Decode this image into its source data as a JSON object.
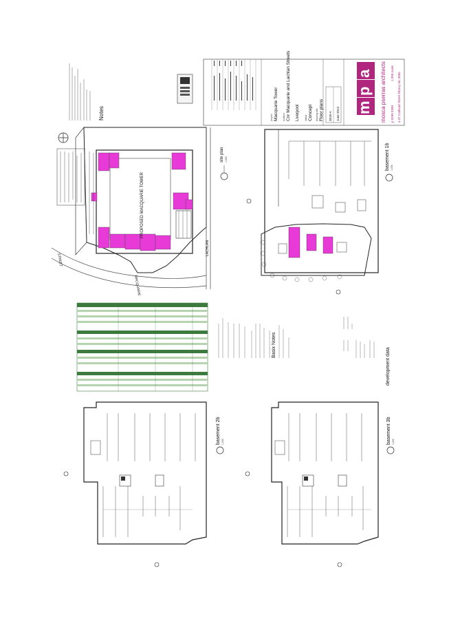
{
  "title_block": {
    "firm_name": "mosca pserras architects",
    "brand_letters": [
      "m",
      "p",
      "a"
    ],
    "project_label": "project",
    "project_name": "Macquarie Tower",
    "location_label": "location",
    "location": "Cnr Macquarie and Lachlan Streets",
    "city": "Liverpool",
    "status_label": "status",
    "status": "Concept",
    "drawing_label": "drawing title",
    "drawing_title": "Floor plans",
    "job_no": "3018-A",
    "date": "June 2013",
    "phone": "p 9290 3300",
    "scale": "1:200 scale",
    "address": "a 37 Cathcart Street Fitzroy Vic 3065",
    "brand_colors": {
      "magenta": "#b0267f",
      "teal": "#1c8c94"
    }
  },
  "notes": {
    "heading": "Notes"
  },
  "site_plan": {
    "label": "site plan",
    "scale": "1:500",
    "building_label": "PROPOSED MACQUARIE TOWER",
    "street_1": "MACQUARIE",
    "street_1b": "STREET",
    "street_2": "LACHLAN"
  },
  "plans": {
    "basement_1b": {
      "label": "basement 1b",
      "scale": "1:200"
    },
    "basement_2b": {
      "label": "basement 2b",
      "scale": "1:200"
    },
    "basement_3b": {
      "label": "basement 3b",
      "scale": "1:200"
    }
  },
  "schedule": {
    "basix_heading": "Basix Notes",
    "dev_heading": "development data"
  },
  "colors": {
    "green_dark": "#3d7a3d",
    "green_light": "#b6d3b0",
    "highlight": "#e83ad6"
  }
}
